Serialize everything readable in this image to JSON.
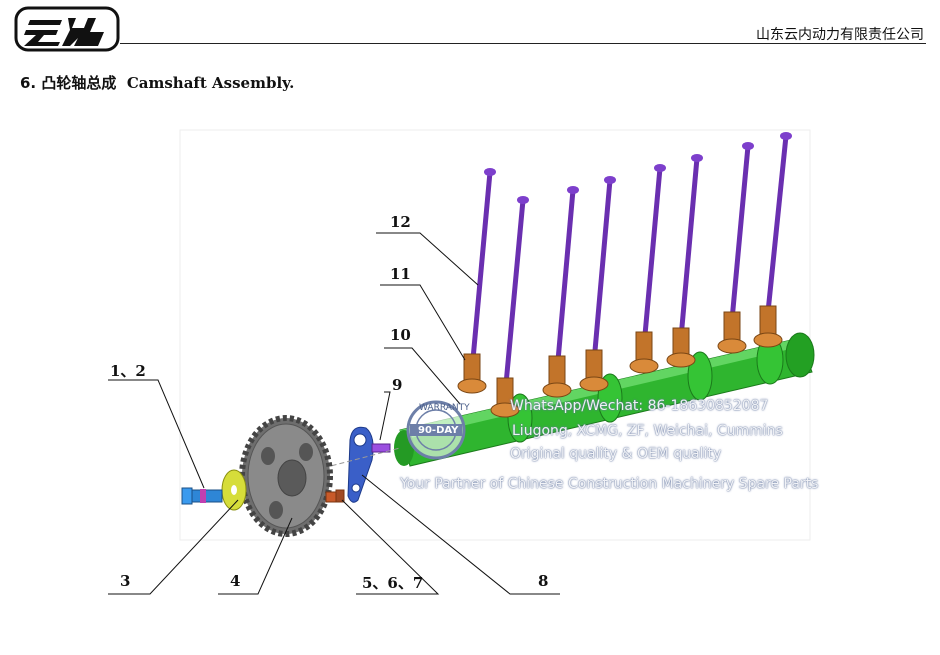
{
  "header": {
    "company": "山东云内动力有限责任公司",
    "section_title_cn": "6. 凸轮轴总成",
    "section_title_en": "Camshaft Assembly."
  },
  "callouts": [
    {
      "id": "c12",
      "label": "12"
    },
    {
      "id": "c11",
      "label": "11"
    },
    {
      "id": "c10",
      "label": "10"
    },
    {
      "id": "c9",
      "label": "9"
    },
    {
      "id": "c12a",
      "label": "1、2"
    },
    {
      "id": "c3",
      "label": "3"
    },
    {
      "id": "c4",
      "label": "4"
    },
    {
      "id": "c567",
      "label": "5、6、7"
    },
    {
      "id": "c8",
      "label": "8"
    }
  ],
  "watermark": {
    "line1": "WhatsApp/Wechat: 86-18630852087",
    "line2": "Liugong, XCMG, ZF, Weichai, Cummins",
    "line3": "Original quality & OEM quality",
    "line4": "Your Partner of Chinese Construction Machinery Spare Parts",
    "seal_text": "90-DAY",
    "seal_arc": "WARRANTY"
  },
  "colors": {
    "pushrod": "#6a2fb0",
    "tappet": "#c2742a",
    "camshaft": "#2fb52f",
    "gear": "#777777",
    "plate": "#3a5fc8",
    "washer": "#d6dd3a",
    "bolt": "#2e86d6"
  }
}
